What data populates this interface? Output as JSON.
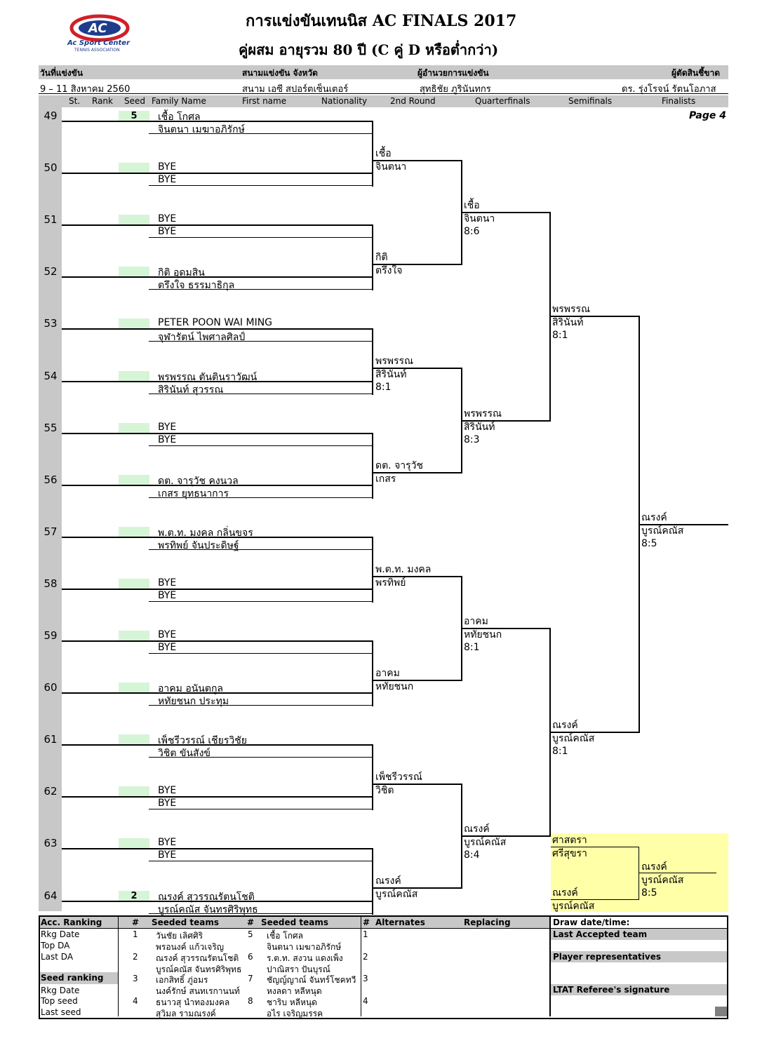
{
  "logo": {
    "mark": "AC",
    "name": "Ac Sport Center",
    "sub": "TENNIS ASSOCIATION"
  },
  "title": "การแข่งขันเทนนิส AC FINALS 2017",
  "subtitle": "คู่ผสม อายุรวม     80  ปี  (C คู่ D หรือต่ำกว่า)",
  "info": {
    "date_label": "วันที่แข่งขัน",
    "venue_label": "สนามแข่งขัน จังหวัด",
    "director_label": "ผู้อำนวยการแข่งขัน",
    "referee_label": "ผู้ตัดสินชี้ขาด",
    "date": "9 – 11  สิงหาคม 2560",
    "venue": "สนาม เอซี สปอร์ตเซ็นเตอร์",
    "director": "สุทธิชัย   ภูรินันทกร",
    "referee": "ดร. รุ่งโรจน์   รัตนโอภาส"
  },
  "columns": {
    "st": "St.",
    "rank": "Rank",
    "seed": "Seed",
    "family": "Family Name",
    "first": "First name",
    "nationality": "Nationality",
    "r2": "2nd Round",
    "qf": "Quarterfinals",
    "sf": "Semifinals",
    "final": "Finalists"
  },
  "page_label": "Page 4",
  "draw": [
    {
      "num": "49",
      "seed": "5",
      "p1": "เชื้อ   โกศล",
      "p2": "จินตนา  เมฆาอภิรักษ์"
    },
    {
      "num": "50",
      "seed": "",
      "p1": "BYE",
      "p2": "BYE"
    },
    {
      "num": "51",
      "seed": "",
      "p1": "BYE",
      "p2": "BYE"
    },
    {
      "num": "52",
      "seed": "",
      "p1": "กิติ  อุดมสิน",
      "p2": "ตรึงใจ  ธรรมาธิกุล"
    },
    {
      "num": "53",
      "seed": "",
      "p1": "PETER POON WAI MING",
      "p2": "จุฬารัตน์  ไพศาลศิลป์"
    },
    {
      "num": "54",
      "seed": "",
      "p1": "พรพรรณ  ตันตินราวัฒน์",
      "p2": "สิรินันท์  สุวรรณ"
    },
    {
      "num": "55",
      "seed": "",
      "p1": "BYE",
      "p2": "BYE"
    },
    {
      "num": "56",
      "seed": "",
      "p1": "ดต. จารุวัช  คงนวล",
      "p2": "เกสร  ยุทธนาการ"
    },
    {
      "num": "57",
      "seed": "",
      "p1": "พ.ต.ท. มงคล  กลิ่นขจร",
      "p2": "พรทิพย์  จันประดิษฐ์"
    },
    {
      "num": "58",
      "seed": "",
      "p1": "BYE",
      "p2": "BYE"
    },
    {
      "num": "59",
      "seed": "",
      "p1": "BYE",
      "p2": "BYE"
    },
    {
      "num": "60",
      "seed": "",
      "p1": "อาคม  อนันตกูล",
      "p2": "หทัยชนก  ประทุม"
    },
    {
      "num": "61",
      "seed": "",
      "p1": "เพ็ชรีวรรณ์  เชียรวิชัย",
      "p2": "วิชิต  ขันสังข์"
    },
    {
      "num": "62",
      "seed": "",
      "p1": "BYE",
      "p2": "BYE"
    },
    {
      "num": "63",
      "seed": "",
      "p1": "BYE",
      "p2": "BYE"
    },
    {
      "num": "64",
      "seed": "2",
      "p1": "ณรงค์  สุวรรณรัตนโชติ",
      "p2": "บูรณ์คณัส  จันทรศิริพุทธ"
    }
  ],
  "round2": [
    {
      "a": "เชื้อ",
      "b": "จินตนา",
      "score": ""
    },
    {
      "a": "กิติ",
      "b": "ตรึงใจ",
      "score": ""
    },
    {
      "a": "พรพรรณ",
      "b": "สิรินันท์",
      "score": "8:1"
    },
    {
      "a": "ดต. จารุวัช",
      "b": "เกสร",
      "score": ""
    },
    {
      "a": "พ.ต.ท. มงคล",
      "b": "พรทิพย์",
      "score": ""
    },
    {
      "a": "อาคม",
      "b": "หทัยชนก",
      "score": ""
    },
    {
      "a": "เพ็ชรีวรรณ์",
      "b": "วิชิต",
      "score": ""
    },
    {
      "a": "ณรงค์",
      "b": "บูรณ์คณัส",
      "score": ""
    }
  ],
  "quarter": [
    {
      "a": "เชื้อ",
      "b": "จินตนา",
      "score": "8:6"
    },
    {
      "a": "พรพรรณ",
      "b": "สิรินันท์",
      "score": "8:3"
    },
    {
      "a": "อาคม",
      "b": "หทัยชนก",
      "score": "8:1"
    },
    {
      "a": "ณรงค์",
      "b": "บูรณ์คณัส",
      "score": "8:4"
    }
  ],
  "semi": [
    {
      "a": "พรพรรณ",
      "b": "สิรินันท์",
      "score": "8:1"
    },
    {
      "a": "ณรงค์",
      "b": "บูรณ์คณัส",
      "score": "8:1"
    }
  ],
  "final": {
    "a": "ณรงค์",
    "b": "บูรณ์คณัส",
    "score": "8:5"
  },
  "third_place": {
    "top_a": "ศาสตรา",
    "top_b": "ศรีสุขรา",
    "bottom_a": "ณรงค์",
    "bottom_b": "บูรณ์คณัส",
    "win_a": "ณรงค์",
    "win_b": "บูรณ์คณัส",
    "score": "8:5"
  },
  "footer": {
    "acc_ranking": "Acc. Ranking",
    "hash": "#",
    "seeded_teams": "Seeded teams",
    "alternates": "Alternates",
    "replacing": "Replacing",
    "draw_datetime": "Draw date/time:",
    "last_accepted": "Last Accepted team",
    "player_reps": "Player representatives",
    "referee_sig": "LTAT Referee's signature",
    "rkg_date": "Rkg Date",
    "top_da": "Top DA",
    "last_da": "Last DA",
    "seed_ranking": "Seed ranking",
    "rkg_date2": "Rkg Date",
    "top_seed": "Top seed",
    "last_seed": "Last seed",
    "seeds_left": [
      {
        "n": "1",
        "a": "วันชัย  เลิศศิริ",
        "b": "พรอนงค์  แก้วเจริญ"
      },
      {
        "n": "2",
        "a": "ณรงค์  สุวรรณรัตนโชติ",
        "b": "บูรณ์คณัส  จันทรศิริพุทธ"
      },
      {
        "n": "3",
        "a": "เอกสิทธิ์  ภู่อมร",
        "b": "นงค์รักษ์  สนทเรกานนท์"
      },
      {
        "n": "4",
        "a": "ธนาวสุ  นำทองมงคล",
        "b": "สุวิมล  รามณรงค์"
      }
    ],
    "seeds_right": [
      {
        "n": "5",
        "a": "เชื้อ  โกศล",
        "b": "จินตนา  เมฆาอภิรักษ์"
      },
      {
        "n": "6",
        "a": "ร.ต.ท. สงวน  แดงเพ็ง",
        "b": "ปาณิสรา  ปันบุรณ์"
      },
      {
        "n": "7",
        "a": "ชัญญ์ญาณ์  จันทร์โชคทวี",
        "b": "หงลดา  หลีหนุด"
      },
      {
        "n": "8",
        "a": "ชาริบ  หลีหนุด",
        "b": "อไร  เจริญมรรค"
      }
    ],
    "alt_nums": [
      "1",
      "2",
      "3",
      "4"
    ]
  }
}
